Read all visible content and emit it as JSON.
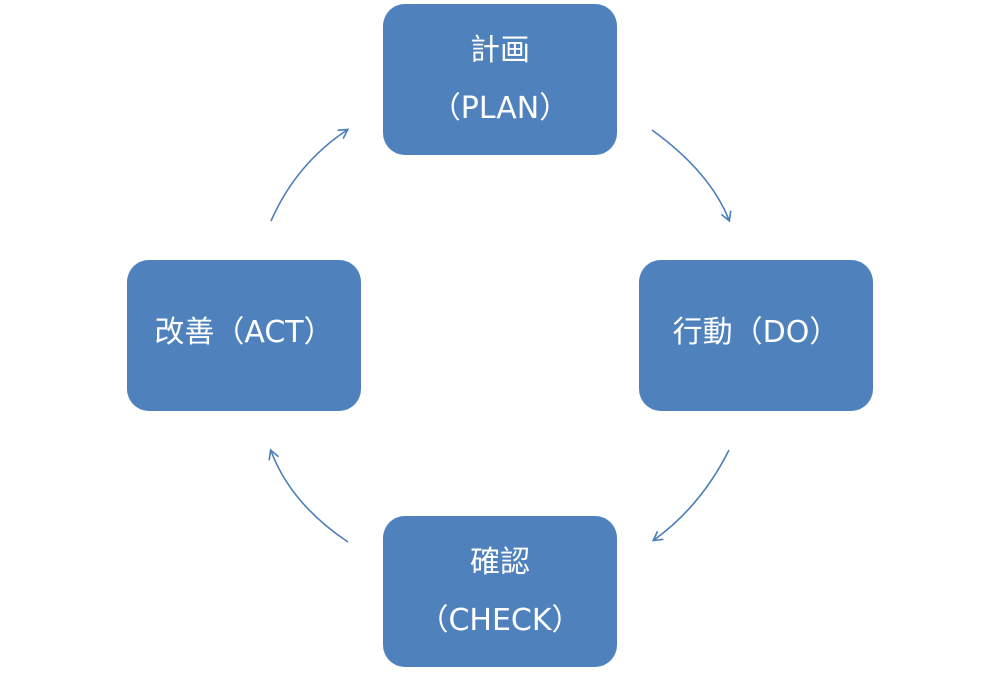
{
  "diagram": {
    "type": "cycle",
    "box_color": "#4f81bd",
    "arrow_color": "#4a7ebb",
    "text_color": "#ffffff",
    "steps": [
      {
        "id": "plan",
        "line1": "計画",
        "line2": "（PLAN）"
      },
      {
        "id": "do",
        "line1": "行動（DO）"
      },
      {
        "id": "check",
        "line1": "確認",
        "line2": "（CHECK）"
      },
      {
        "id": "act",
        "line1": "改善（ACT）"
      }
    ],
    "connections": [
      {
        "from": "plan",
        "to": "do"
      },
      {
        "from": "do",
        "to": "check"
      },
      {
        "from": "check",
        "to": "act"
      },
      {
        "from": "act",
        "to": "plan"
      }
    ]
  }
}
